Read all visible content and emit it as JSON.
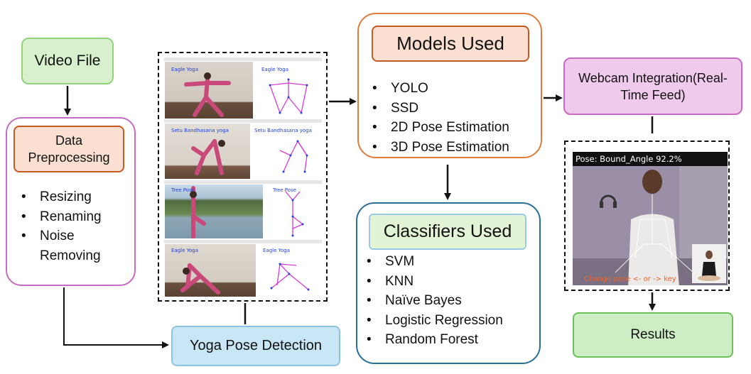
{
  "video_file": {
    "label": "Video File"
  },
  "preprocessing": {
    "title": "Data Preprocessing",
    "items": [
      "Resizing",
      "Renaming",
      "Noise Removing"
    ]
  },
  "pose_panels": [
    {
      "photo_title": "Eagle Yoga",
      "skeleton_title": "Eagle Yoga"
    },
    {
      "photo_title": "Setu Bandhasana yoga",
      "skeleton_title": "Setu Bandhasana yoga"
    },
    {
      "photo_title": "Tree Pose",
      "skeleton_title": "Tree Pose"
    },
    {
      "photo_title": "Eagle Yoga",
      "skeleton_title": "Eagle Yoga"
    }
  ],
  "yoga_pose_detection": {
    "label": "Yoga Pose Detection"
  },
  "models": {
    "title": "Models Used",
    "items": [
      "YOLO",
      "SSD",
      "2D Pose Estimation",
      "3D Pose Estimation"
    ]
  },
  "classifiers": {
    "title": "Classifiers Used",
    "items": [
      "SVM",
      "KNN",
      "Naïve Bayes",
      "Logistic Regression",
      "Random Forest"
    ]
  },
  "webcam": {
    "label": "Webcam Integration(Real-Time Feed)",
    "caption": "Pose: Bound_Angle 92.2%",
    "hint": "Change pose <- or -> key"
  },
  "results": {
    "label": "Results"
  },
  "colors": {
    "green_box": "#d8f0cc",
    "peach_box": "#fbe0d2",
    "blue_box": "#c8e6f6",
    "pink_box": "#efcaec",
    "skeleton": "#d63bd6",
    "skeleton_title": "#2340e0"
  }
}
